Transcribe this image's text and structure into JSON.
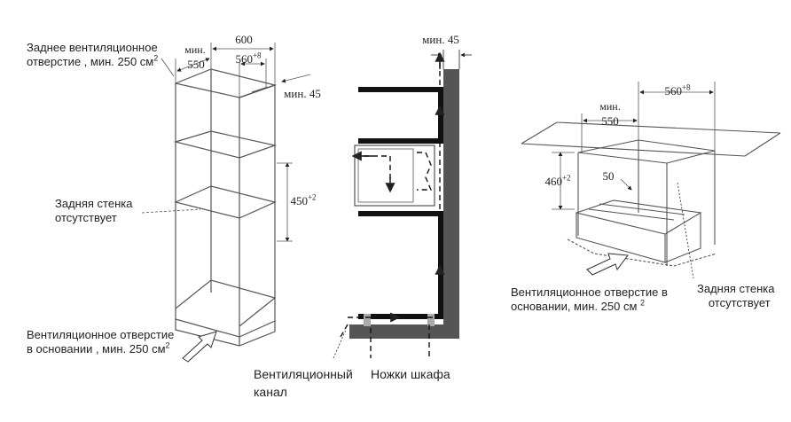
{
  "diagram1": {
    "vent_top_line1": "Заднее вентиляционное",
    "vent_top_line2": "отверстие , мин. 250 см",
    "vent_top_sup": "2",
    "no_back_wall_line1": "Задняя стенка",
    "no_back_wall_line2": "отсутствует",
    "vent_bottom_line1": "Вентиляционное отверстие",
    "vent_bottom_line2": "в основании , мин. 250 см",
    "vent_bottom_sup": "2",
    "dim_min_label": "мин.",
    "dim_550": "550",
    "dim_600": "600",
    "dim_560": "560",
    "dim_560_sup": "+8",
    "dim_min45": "мин. 45",
    "dim_450": "450",
    "dim_450_sup": "+2"
  },
  "diagram2": {
    "dim_min45": "мин. 45",
    "vent_channel_line1": "Вентиляционный",
    "vent_channel_line2": "канал",
    "cabinet_feet": "Ножки шкафа"
  },
  "diagram3": {
    "dim_min_label": "мин.",
    "dim_550": "550",
    "dim_560": "560",
    "dim_560_sup": "+8",
    "dim_460": "460",
    "dim_460_sup": "+2",
    "dim_50": "50",
    "vent_bottom_line1": "Вентиляционное отверстие в",
    "vent_bottom_line2": "основании, мин. 250 см",
    "vent_bottom_sup": "2",
    "no_back_wall_line1": "Задняя стенка",
    "no_back_wall_line2": "отсутствует"
  },
  "colors": {
    "line": "#555555",
    "wall": "#111111",
    "cabinet_wall": "#555555",
    "arrow_fill": "#ffffff",
    "foot": "#aaaaaa"
  }
}
